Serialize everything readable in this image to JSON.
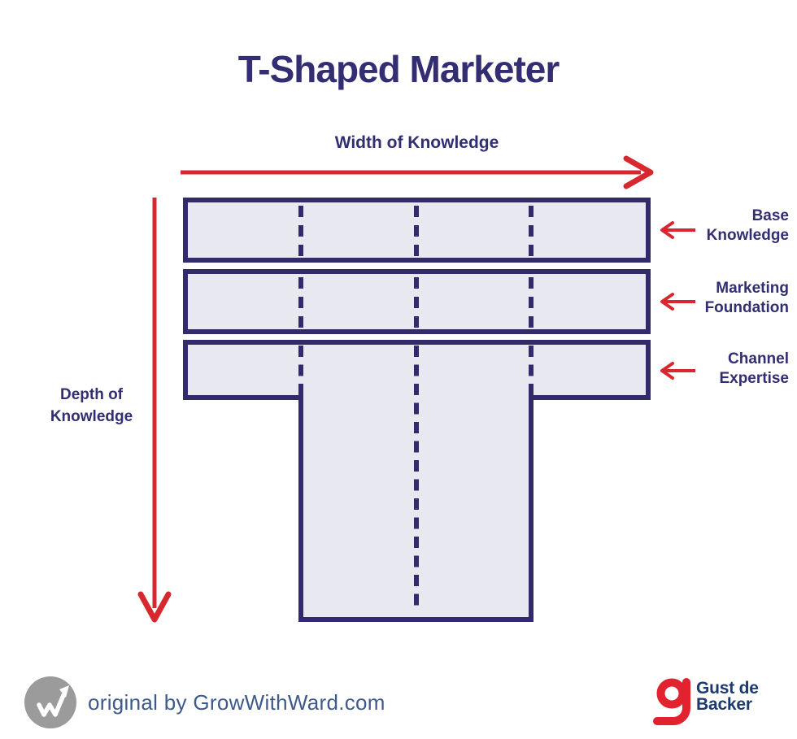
{
  "title": "T-Shaped Marketer",
  "diagram": {
    "width_axis_label": "Width of Knowledge",
    "depth_axis_label": "Depth of\nKnowledge",
    "annotations": [
      {
        "label": "Base\nKnowledge"
      },
      {
        "label": "Marketing\nFoundation"
      },
      {
        "label": "Channel\nExpertise"
      }
    ],
    "segments_per_row": 4,
    "colors": {
      "shape_fill": "#e8e8f1",
      "shape_border": "#312b6e",
      "arrow_red": "#d7282f",
      "text_navy": "#322e72"
    }
  },
  "footer": {
    "attribution": "original by GrowWithWard.com",
    "attribution_logo_monogram": "w",
    "brand_monogram": "g",
    "brand_name": "Gust de\nBacker",
    "brand_red": "#e2222e",
    "attribution_logo_gray": "#9b9b9b"
  }
}
